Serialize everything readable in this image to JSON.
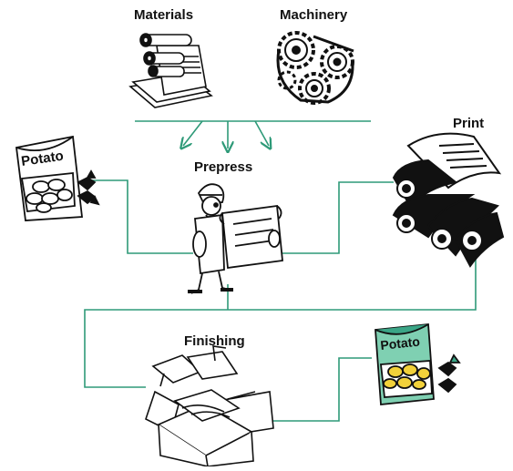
{
  "labels": {
    "materials": "Materials",
    "machinery": "Machinery",
    "print": "Print",
    "prepress": "Prepress",
    "finishing": "Finishing"
  },
  "bags": {
    "raw_text": "Potato",
    "final_text": "Potato"
  },
  "colors": {
    "connector": "#2e9a78",
    "final_bag": "#7fd0b2",
    "final_bag_dark": "#3aa586",
    "potato_yellow": "#f2d13a",
    "ink": "#111111"
  },
  "icons": {
    "materials": "paper-roll-press-icon",
    "machinery": "gear-machinery-icon",
    "prepress": "worker-with-blueprint-icon",
    "print": "printing-rolls-icon",
    "finishing": "packaging-boxes-icon",
    "raw_bag": "potato-chip-bag-icon",
    "final_bag": "finished-chip-bag-icon"
  }
}
